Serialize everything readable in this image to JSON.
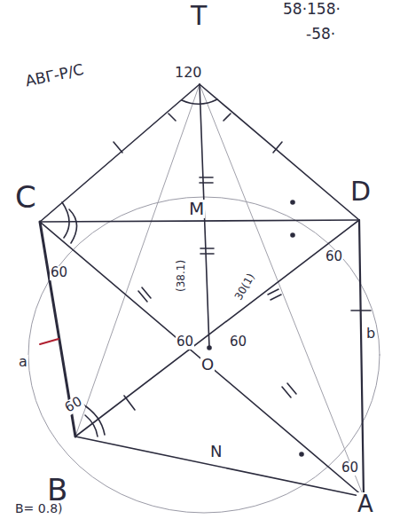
{
  "diagram": {
    "labels": [
      "58·158·",
      "-58·",
      "T",
      "ABΓ-P/C",
      "120",
      "C",
      "D",
      "M",
      "60",
      "60",
      "a",
      "b",
      "60",
      "60",
      "60",
      "60",
      "O",
      "(38.1)",
      "30(1)",
      "B",
      "N",
      "A",
      "B= 0.8)"
    ]
  }
}
